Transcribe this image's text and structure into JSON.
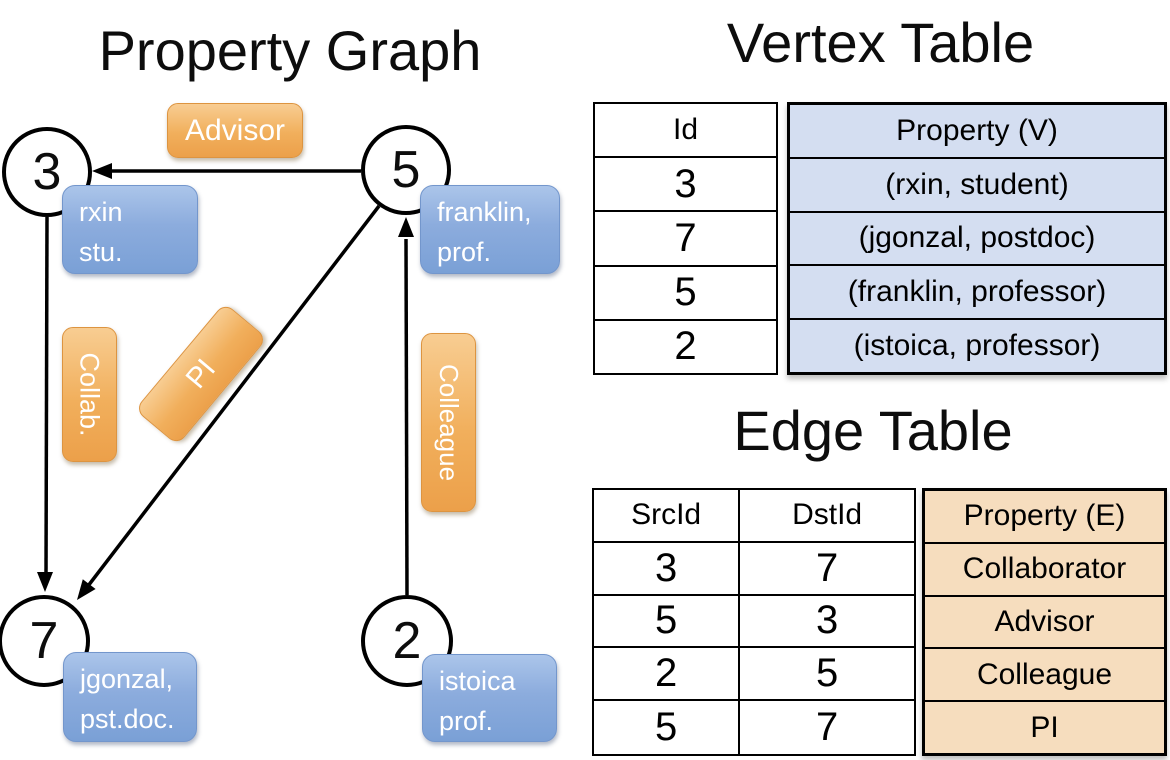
{
  "graph": {
    "title": "Property Graph",
    "nodes": [
      {
        "id": "3",
        "prop_line1": "rxin",
        "prop_line2": "stu."
      },
      {
        "id": "5",
        "prop_line1": "franklin,",
        "prop_line2": "prof."
      },
      {
        "id": "7",
        "prop_line1": "jgonzal,",
        "prop_line2": "pst.doc."
      },
      {
        "id": "2",
        "prop_line1": "istoica",
        "prop_line2": "prof."
      }
    ],
    "edge_labels": {
      "advisor": "Advisor",
      "collab": "Collab.",
      "pi": "PI",
      "colleague": "Colleague"
    }
  },
  "vertex_table": {
    "title": "Vertex Table",
    "col_id": "Id",
    "col_property": "Property (V)",
    "rows": [
      {
        "id": "3",
        "property": "(rxin, student)"
      },
      {
        "id": "7",
        "property": "(jgonzal, postdoc)"
      },
      {
        "id": "5",
        "property": "(franklin, professor)"
      },
      {
        "id": "2",
        "property": "(istoica, professor)"
      }
    ]
  },
  "edge_table": {
    "title": "Edge Table",
    "col_src": "SrcId",
    "col_dst": "DstId",
    "col_property": "Property (E)",
    "rows": [
      {
        "src": "3",
        "dst": "7",
        "property": "Collaborator"
      },
      {
        "src": "5",
        "dst": "3",
        "property": "Advisor"
      },
      {
        "src": "2",
        "dst": "5",
        "property": "Colleague"
      },
      {
        "src": "5",
        "dst": "7",
        "property": "PI"
      }
    ]
  },
  "colors": {
    "edge_label_orange": "#ECA04A",
    "vertex_label_blue": "#7AA0D6",
    "vertex_table_fill": "#D4DEF1",
    "edge_table_fill": "#F6DDBE",
    "line_black": "#000000"
  }
}
